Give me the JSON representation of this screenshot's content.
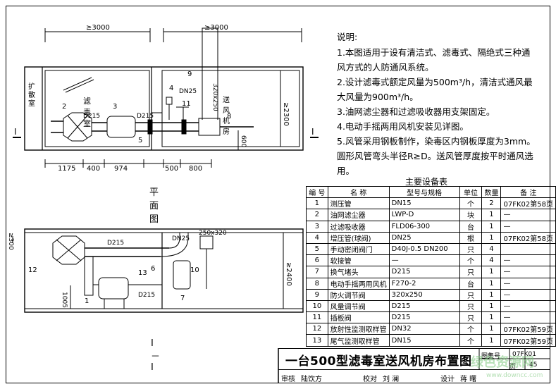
{
  "plan": {
    "dim_top_left": "≥3000",
    "dim_top_right": "≥3000",
    "room_label": "滤毒室",
    "fan_room_label": "送风机房",
    "expansion_label": "扩散室",
    "section_mark": "I",
    "dims_bottom": [
      "1175",
      "400",
      "974",
      "500",
      "800"
    ],
    "dim_right": "≥2300",
    "dim_600": "600",
    "dim_duct": "320x250",
    "label_d215": "D215",
    "label_dn25": "DN25",
    "callouts": [
      "2",
      "3",
      "4",
      "5",
      "8",
      "9",
      "11"
    ],
    "title": "平面图"
  },
  "section": {
    "dim_left": "≥300",
    "dim_right": "≥2400",
    "dim_1005": "1005",
    "label_d215": "D215",
    "label_dn25": "DN25",
    "label_duct": "250x320",
    "callouts": [
      "10",
      "12",
      "13",
      "6",
      "7",
      "1"
    ],
    "title": "I－I"
  },
  "notes": {
    "heading": "说明:",
    "items": [
      "1.本图适用于设有清洁式、滤毒式、隔绝式三种通",
      "风方式的人防通风系统。",
      "2.设计滤毒式额定风量为500m³/h，清洁式通风最",
      "大风量为900m³/h。",
      "3.油网滤尘器和过滤吸收器用支架固定。",
      "4.电动手摇两用风机安装见详图。",
      "5.风管采用钢板制作，染毒区内钢板厚度为3mm。",
      "圆形风管弯头半径R≥D。送风管厚度按平时通风选",
      "用。"
    ]
  },
  "table": {
    "title": "主要设备表",
    "headers": [
      "编 号",
      "名   称",
      "型号与规格",
      "单位",
      "数量",
      "备   注"
    ],
    "rows": [
      [
        "1",
        "测压管",
        "DN15",
        "个",
        "2",
        "07FK02第58页"
      ],
      [
        "2",
        "油网滤尘器",
        "LWP-D",
        "块",
        "1",
        "—"
      ],
      [
        "3",
        "过滤吸收器",
        "FLD06-300",
        "台",
        "1",
        "—"
      ],
      [
        "4",
        "增压管(球阀)",
        "DN25",
        "根",
        "1",
        "07FK02第58页"
      ],
      [
        "5",
        "手动密闭阀门",
        "D40J-0.5 DN200",
        "只",
        "4",
        ""
      ],
      [
        "6",
        "软接管",
        "—",
        "个",
        "4",
        "—"
      ],
      [
        "7",
        "换气堵头",
        "D215",
        "只",
        "1",
        "—"
      ],
      [
        "8",
        "电动手摇两用风机",
        "F270-2",
        "台",
        "1",
        "—"
      ],
      [
        "9",
        "防火调节阀",
        "320x250",
        "只",
        "1",
        "—"
      ],
      [
        "10",
        "风量调节阀",
        "D215",
        "只",
        "1",
        "—"
      ],
      [
        "11",
        "插板阀",
        "D215",
        "只",
        "1",
        "—"
      ],
      [
        "12",
        "放射性监测取样管",
        "DN32",
        "个",
        "1",
        "07FK02第59页"
      ],
      [
        "13",
        "尾气监测取样管",
        "DN15",
        "个",
        "1",
        "07FK02第59页"
      ]
    ]
  },
  "titleblock": {
    "title": "一台500型滤毒室送风机房布置图",
    "atlas_label": "图集号",
    "atlas_no": "07FK01",
    "page_label": "页",
    "page_no": "45",
    "sign": [
      "审核",
      "陆饮方",
      "校对",
      "刘 澜",
      "设计",
      "蒋 曙"
    ]
  },
  "watermark": {
    "text": "绿色资源网",
    "url": "www.downcc.com"
  }
}
